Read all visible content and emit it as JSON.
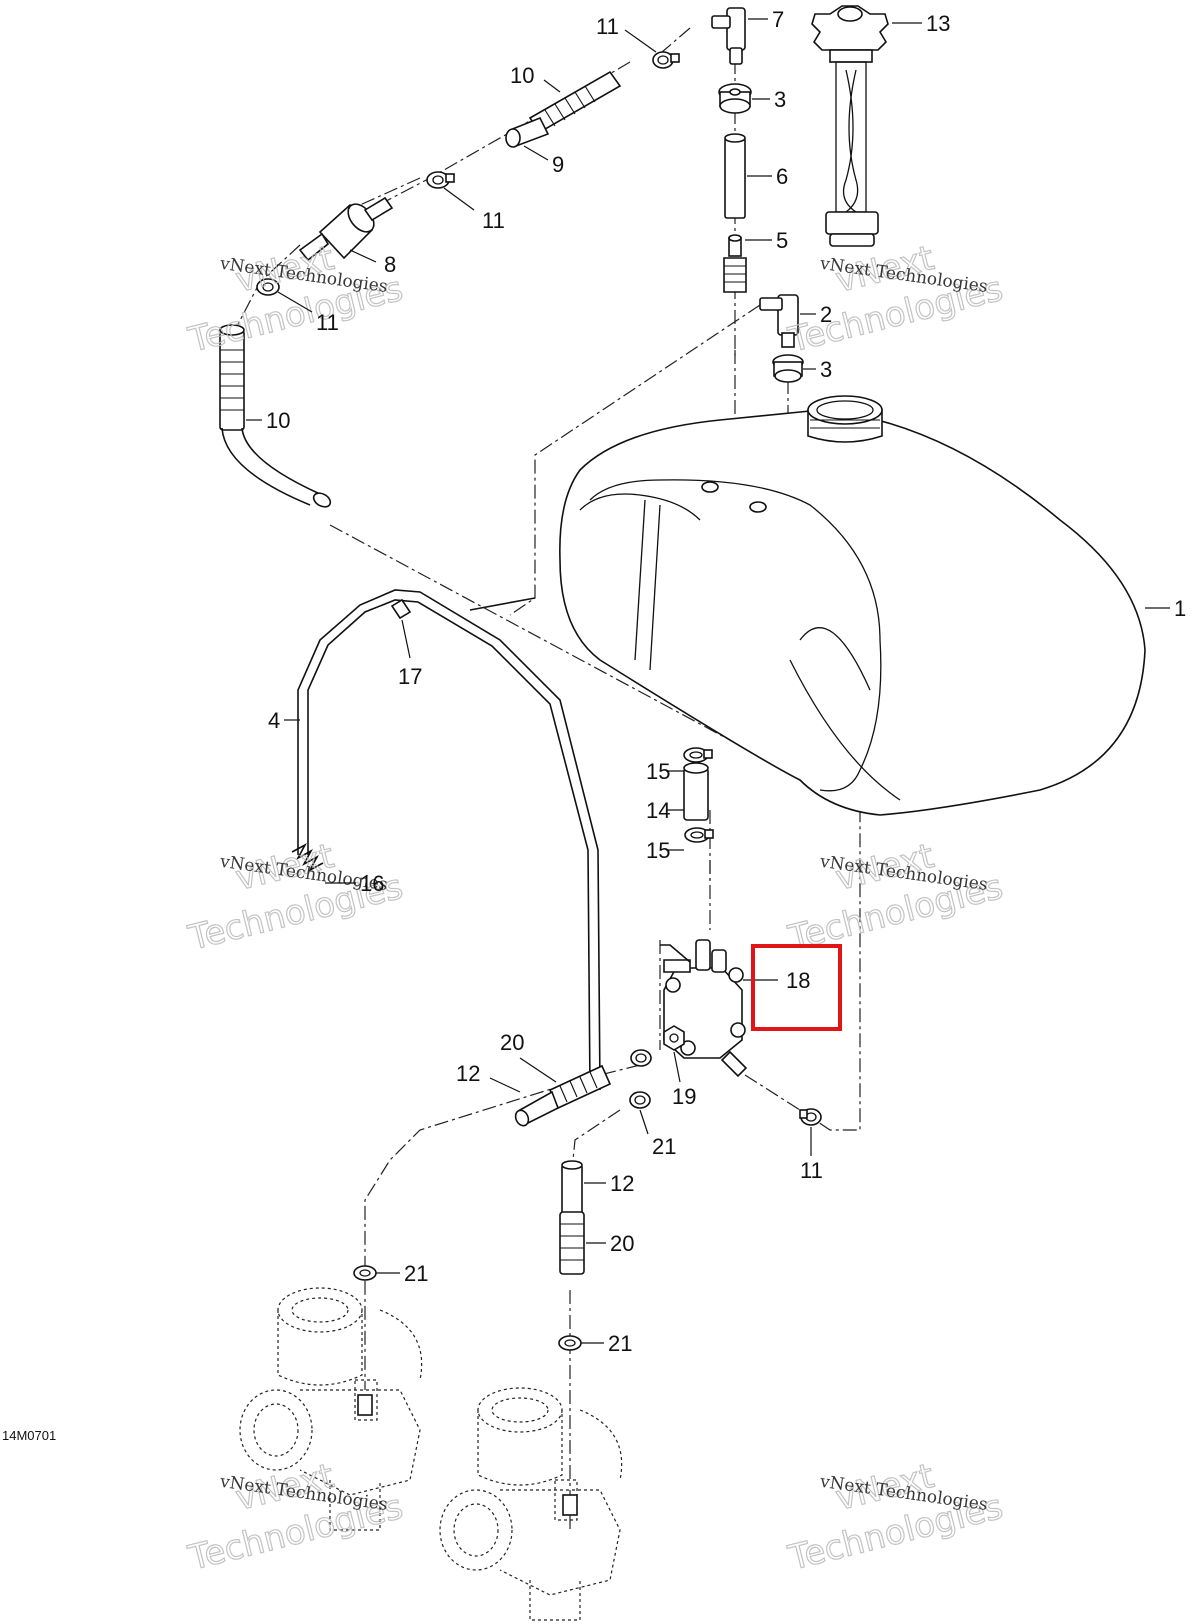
{
  "diagram": {
    "drawing_code": "14M0701",
    "callouts": [
      {
        "id": "c7",
        "text": "7"
      },
      {
        "id": "c11a",
        "text": "11"
      },
      {
        "id": "c13",
        "text": "13"
      },
      {
        "id": "c10a",
        "text": "10"
      },
      {
        "id": "c3a",
        "text": "3"
      },
      {
        "id": "c6",
        "text": "6"
      },
      {
        "id": "c9",
        "text": "9"
      },
      {
        "id": "c11b",
        "text": "11"
      },
      {
        "id": "c5",
        "text": "5"
      },
      {
        "id": "c8",
        "text": "8"
      },
      {
        "id": "c11c",
        "text": "11"
      },
      {
        "id": "c2",
        "text": "2"
      },
      {
        "id": "c3b",
        "text": "3"
      },
      {
        "id": "c10b",
        "text": "10"
      },
      {
        "id": "c1",
        "text": "1"
      },
      {
        "id": "c17",
        "text": "17"
      },
      {
        "id": "c4",
        "text": "4"
      },
      {
        "id": "c15a",
        "text": "15"
      },
      {
        "id": "c14",
        "text": "14"
      },
      {
        "id": "c15b",
        "text": "15"
      },
      {
        "id": "c16",
        "text": "16"
      },
      {
        "id": "c18",
        "text": "18"
      },
      {
        "id": "c20a",
        "text": "20"
      },
      {
        "id": "c12a",
        "text": "12"
      },
      {
        "id": "c19",
        "text": "19"
      },
      {
        "id": "c21a",
        "text": "21"
      },
      {
        "id": "c11d",
        "text": "11"
      },
      {
        "id": "c12b",
        "text": "12"
      },
      {
        "id": "c20b",
        "text": "20"
      },
      {
        "id": "c21b",
        "text": "21"
      },
      {
        "id": "c21c",
        "text": "21"
      }
    ],
    "highlight": {
      "target": "18",
      "color": "#e01515"
    },
    "watermarks": {
      "line1": "vNext",
      "line2": "Technologies",
      "line3": "vNext Technologies"
    }
  }
}
